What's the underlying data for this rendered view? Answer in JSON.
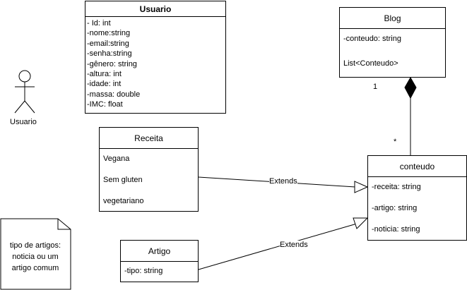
{
  "usuario_class": {
    "title": "Usuario",
    "attributes": [
      "- Id: int",
      "-nome:string",
      "-email:string",
      "-senha:string",
      "-gênero: string",
      "-altura: int",
      "-idade: int",
      "-massa: double",
      "-IMC: float"
    ]
  },
  "actor": {
    "label": "Usuario"
  },
  "blog_class": {
    "title": "Blog",
    "items": [
      "-conteudo: string",
      "List<Conteudo>"
    ]
  },
  "receita_class": {
    "title": "Receita",
    "items": [
      "Vegana",
      "Sem gluten",
      "vegetariano"
    ]
  },
  "conteudo_class": {
    "title": "conteudo",
    "items": [
      "-receita: string",
      "-artigo: string",
      "-noticia: string"
    ]
  },
  "artigo_class": {
    "title": "Artigo",
    "items": [
      "-tipo: string"
    ]
  },
  "note": {
    "lines": [
      "tipo de artigos:",
      "noticia ou um",
      "artigo comum"
    ]
  },
  "relations": {
    "receita_extends": "Extends",
    "artigo_extends": "Extends",
    "blog_mult": "1",
    "conteudo_mult": "*"
  }
}
